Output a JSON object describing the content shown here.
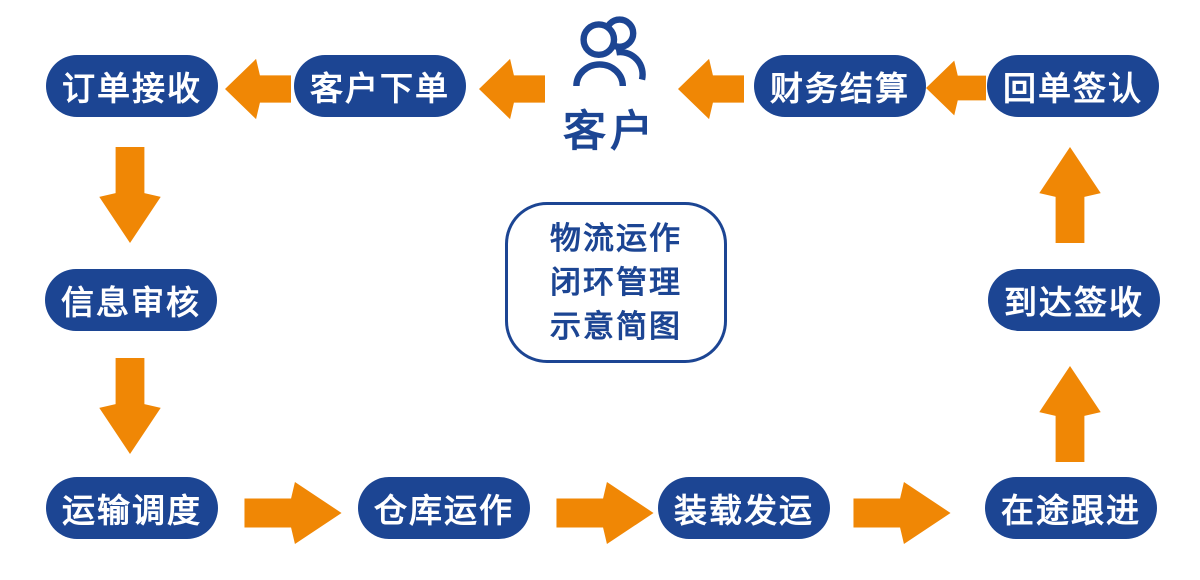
{
  "colors": {
    "navy": "#1C4593",
    "orange": "#F08705",
    "background": "#FFFFFF"
  },
  "center_box": {
    "line1": "物流运作",
    "line2": "闭环管理",
    "line3": "示意简图"
  },
  "customer": {
    "label": "客户",
    "icon": "two-people-icon"
  },
  "nodes": {
    "order_receiving": "订单接收",
    "customer_order": "客户下单",
    "finance_settlement": "财务结算",
    "receipt_sign": "回单签认",
    "info_review": "信息审核",
    "transport_dispatch": "运输调度",
    "warehouse_operation": "仓库运作",
    "loading_shipping": "装载发运",
    "in_transit_tracking": "在途跟进",
    "arrival_sign": "到达签收"
  },
  "flow_sequence": [
    "客户",
    "客户下单",
    "订单接收",
    "信息审核",
    "运输调度",
    "仓库运作",
    "装载发运",
    "在途跟进",
    "到达签收",
    "回单签认",
    "财务结算",
    "客户"
  ]
}
